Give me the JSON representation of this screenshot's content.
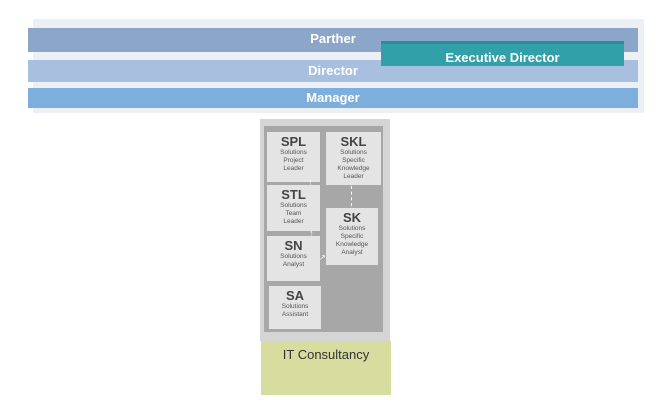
{
  "bands": {
    "partner": "Parther",
    "director": "Director",
    "manager": "Manager"
  },
  "executive_director": "Executive Director",
  "roles": {
    "spl": {
      "code": "SPL",
      "title": [
        "Solutions",
        "Project",
        "Leader"
      ]
    },
    "stl": {
      "code": "STL",
      "title": [
        "Solutions",
        "Team",
        "Leader"
      ]
    },
    "sn": {
      "code": "SN",
      "title": [
        "Solutions",
        "Analyst"
      ]
    },
    "sa": {
      "code": "SA",
      "title": [
        "Solutions",
        "Assistant"
      ]
    },
    "skl": {
      "code": "SKL",
      "title": [
        "Solutions",
        "Specific",
        "Knowledge",
        "Leader"
      ]
    },
    "sk": {
      "code": "SK",
      "title": [
        "Solutions",
        "Specific",
        "Knowledge",
        "Analyst"
      ]
    }
  },
  "department": "IT Consultancy",
  "colors": {
    "partner_band": "#8ba6c9",
    "director_band": "#a8bfe0",
    "manager_band": "#7eaedb",
    "executive_box": "#31a0a9",
    "ladder_bg": "#a7a7a7",
    "department_block": "#d6dd9f"
  }
}
